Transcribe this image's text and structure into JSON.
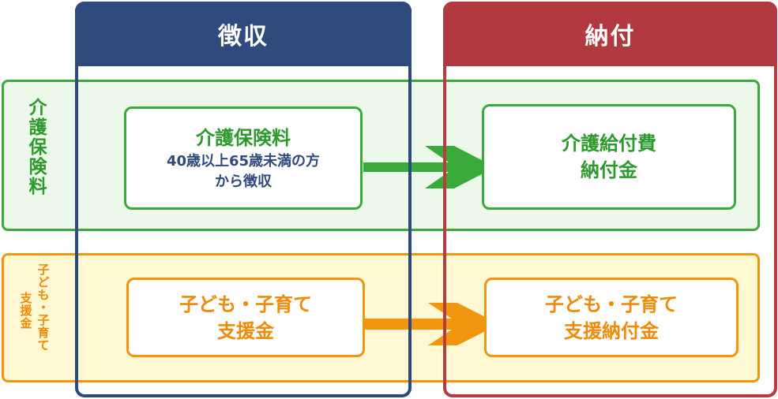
{
  "columns": {
    "collection": "徴収",
    "payment": "納付"
  },
  "rows": {
    "care_insurance": [
      "介",
      "護",
      "保",
      "険",
      "料"
    ],
    "child_support_col1": [
      "子",
      "ど",
      "も",
      "・",
      "子",
      "育",
      "て"
    ],
    "child_support_col2": [
      "支",
      "援",
      "金"
    ]
  },
  "boxes": {
    "premium": {
      "title": "介護保険料",
      "line1": "40歳以上65歳未満の方",
      "line2": "から徴収"
    },
    "care_payment": {
      "line1": "介護給付費",
      "line2": "納付金"
    },
    "child_support": {
      "line1": "子ども・子育て",
      "line2": "支援金"
    },
    "child_payment": {
      "line1": "子ども・子育て",
      "line2": "支援納付金"
    }
  },
  "colors": {
    "green": "#3aaa3a",
    "orange": "#f2960f",
    "navy": "#2f4a7d",
    "red": "#b13a40"
  }
}
